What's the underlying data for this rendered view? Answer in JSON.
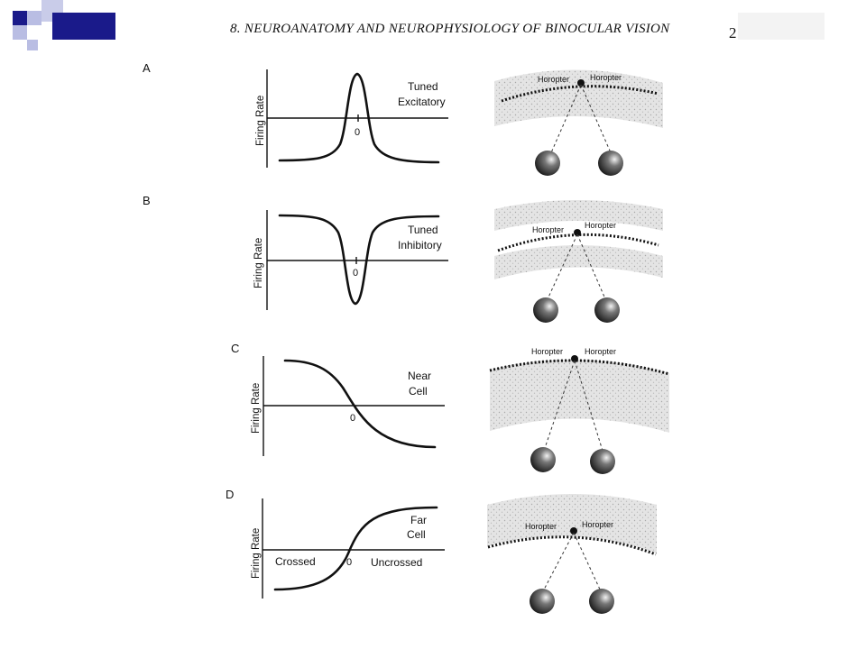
{
  "header": {
    "running_title": "8. NEUROANATOMY AND NEUROPHYSIOLOGY OF BINOCULAR VISION",
    "page_number": "2"
  },
  "colors": {
    "logo_dark": "#1a1a8a",
    "logo_light": "#b9bde3",
    "band": "#d9d9d9"
  },
  "panels": [
    {
      "letter": "A",
      "ylabel": "Firing Rate",
      "cell": [
        "Tuned",
        "Excitatory"
      ],
      "zero": "0",
      "horopter": [
        "Horopter",
        "Horopter"
      ]
    },
    {
      "letter": "B",
      "ylabel": "Firing Rate",
      "cell": [
        "Tuned",
        "Inhibitory"
      ],
      "zero": "0",
      "horopter": [
        "Horopter",
        "Horopter"
      ]
    },
    {
      "letter": "C",
      "ylabel": "Firing Rate",
      "cell": [
        "Near",
        "Cell"
      ],
      "zero": "0",
      "horopter": [
        "Horopter",
        "Horopter"
      ]
    },
    {
      "letter": "D",
      "ylabel": "Firing Rate",
      "cell": [
        "Far",
        "Cell"
      ],
      "zero": "0",
      "horopter": [
        "Horopter",
        "Horopter"
      ],
      "x_left": "Crossed",
      "x_right": "Uncrossed"
    }
  ]
}
